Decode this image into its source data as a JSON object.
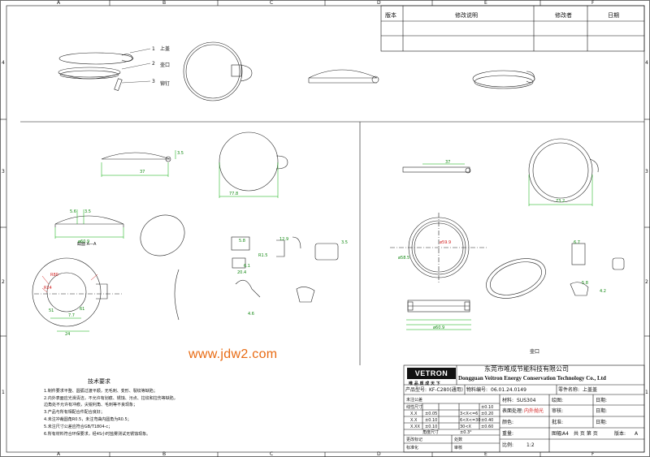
{
  "border": {
    "columns": [
      "A",
      "B",
      "C",
      "D",
      "E",
      "F"
    ],
    "rows": [
      "4",
      "3",
      "2",
      "1"
    ]
  },
  "revision_table": {
    "headers": [
      "版本",
      "修改说明",
      "修改者",
      "日期"
    ]
  },
  "part_labels": {
    "cover": "上盖",
    "lid": "壶口",
    "pin": "铆钉",
    "section_label": "截面 A—A",
    "mouth_label": "壶口",
    "callouts": [
      "1",
      "2",
      "3"
    ]
  },
  "dimensions": {
    "d37_a": "37",
    "d77_8": "77.8",
    "d3_5": "3.5",
    "d60_9": "ø60.9",
    "d5_6": "5.6",
    "d3_5b": "3.5",
    "d6_1": "6.1",
    "d20_4": "20.4",
    "d5_8": "5.8",
    "d12_9": "12.9",
    "dR1_5": "R1.5",
    "d3_5c": "3.5",
    "d4_6": "4.6",
    "d24": "24",
    "d7_7": "7.7",
    "d51": "51",
    "d61": "61",
    "dR80": "R80",
    "dR24": "R24",
    "d37_b": "37",
    "d73_2": "73.2",
    "d59_9": "ø59.9",
    "d58_5": "ø58.5",
    "d60_9b": "ø60.9",
    "d6_7": "6.7",
    "d5_8b": "5.8",
    "d4_2": "4.2"
  },
  "watermark": "www.jdw2.com",
  "requirements": {
    "title": "技术要求",
    "items": [
      "1.制件要求平整、圆弧过渡平顺，无毛刺、变形、裂纹等缺陷；",
      "2.内外表面应光滑清洁，不允许有划痕、锈蚀、污点、拉纹和拉伤等缺陷，",
      "  边角处不允许有冲痕，尖锐利角、毛刺等不良现象；",
      "3.产品与所有相配合件配合良好；",
      "4.未注冲裁圆角R0.5，未注弯曲内圆角为R0.5；",
      "5.未注尺寸公差应符合GB/T1804-c；",
      "6.所有材料符合环保要求，经4S小时盐雾测试无锈蚀现象。"
    ]
  },
  "title_block": {
    "logo": "VETRON",
    "logo_sub": "唯 品 质   成 天 下",
    "company_cn": "东莞市唯成节能科技有限公司",
    "company_en": "Dongguan Veitron Energy Conservation Technology Co., Ltd",
    "product_model_label": "产品型号:",
    "product_model": "KF-C280(通用)",
    "material_code_label": "物料编号:",
    "material_code": "06.01.24.0149",
    "part_name_label": "零件名称:",
    "part_name": "上盖盖",
    "material_label": "材料:",
    "material": "SUS304",
    "surface_label": "表面处理:",
    "surface": "内外抛光",
    "color_label": "颜色:",
    "drawn_label": "绘图:",
    "check_label": "审核:",
    "approve_label": "批准:",
    "date_label": "日期:",
    "weight_label": "重量:",
    "scale_label": "比例:",
    "scale": "1:2",
    "format_label": "图幅:",
    "format": "A4",
    "sheets_label": "共   页  第   页",
    "version_label": "版本:",
    "version": "A",
    "tolerance_title": "未注公差",
    "tolerance_rows": [
      [
        "线性尺寸",
        "",
        "",
        "±0.10"
      ],
      [
        "X.X",
        "±0.05",
        "3<X<=6",
        "±0.20"
      ],
      [
        "X.X",
        "±0.10",
        "6<X<=30",
        "±0.40"
      ],
      [
        "X.XX",
        "±0.10",
        "30<X",
        "±0.60"
      ]
    ],
    "angle_label": "角度尺寸",
    "angle_value": "±0.3°",
    "sign_rows": [
      "更改标记",
      "标准化",
      "处数",
      "审核"
    ]
  }
}
